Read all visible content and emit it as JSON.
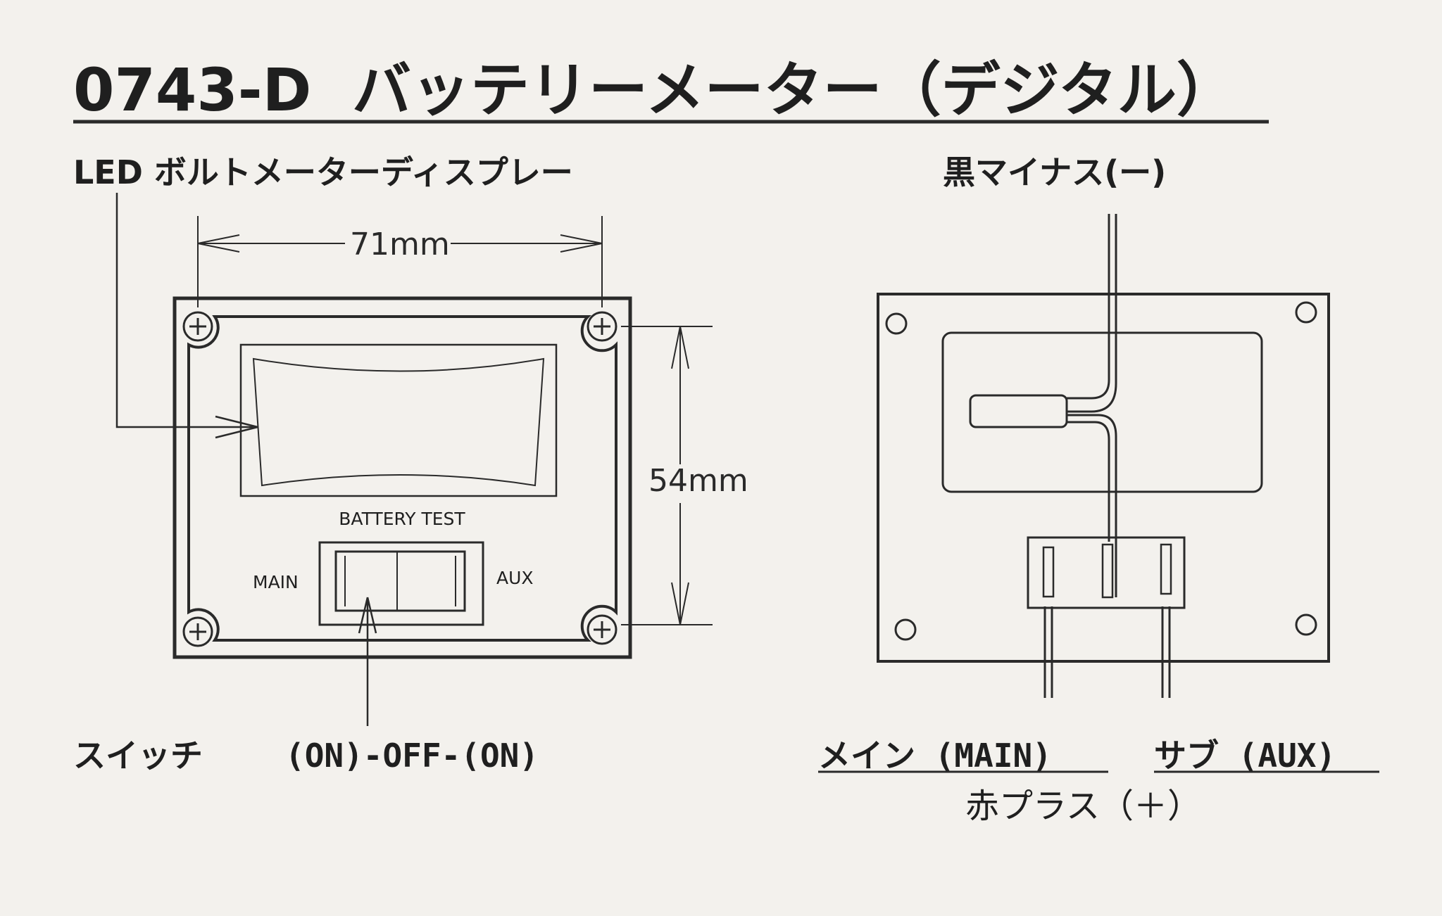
{
  "title": {
    "model": "0743-D",
    "name": "バッテリーメーター（デジタル）"
  },
  "labels": {
    "led_display": "LED ボルトメーターディスプレー",
    "black_minus": "黒マイナス(ー)",
    "width_dim": "71mm",
    "height_dim": "54mm",
    "battery_test": "BATTERY TEST",
    "main": "MAIN",
    "aux": "AUX",
    "switch_label": "スイッチ",
    "switch_spec": "(ON)-OFF-(ON)",
    "main_wire": "メイン (MAIN)",
    "aux_wire": "サブ (AUX)",
    "red_plus": "赤プラス（＋）"
  },
  "colors": {
    "paper": "#f3f1ed",
    "ink": "#1f1f1f"
  }
}
